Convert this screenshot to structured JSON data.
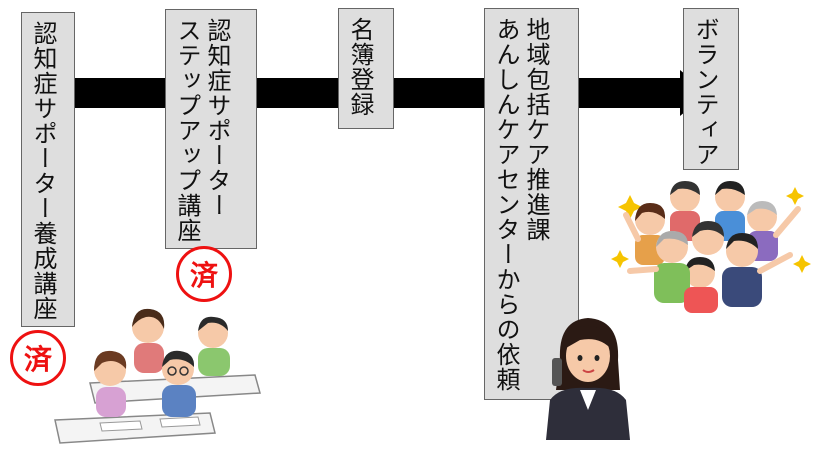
{
  "steps": [
    {
      "label": "認知症サポーター養成講座"
    },
    {
      "label": "認知症サポーター\nステップアップ講座"
    },
    {
      "label": "名簿登録"
    },
    {
      "label": "地域包括ケア推進課\nあんしんケアセンターからの依頼"
    },
    {
      "label": "ボランティア"
    }
  ],
  "stamps": [
    "済",
    "済"
  ],
  "colors": {
    "stamp": "#ee1111",
    "box_fill": "#dedede",
    "arrow": "#000000"
  },
  "illustrations": [
    "people-studying-icon",
    "woman-on-phone-icon",
    "cheering-crowd-icon"
  ]
}
